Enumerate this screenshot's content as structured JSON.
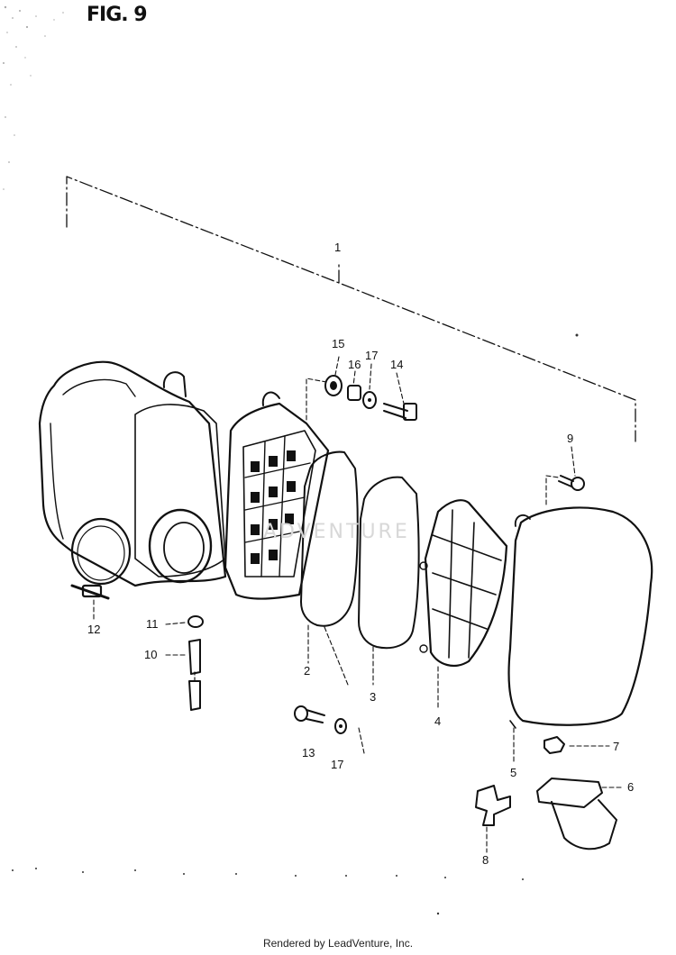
{
  "figure": {
    "title": "FIG. 9",
    "watermark": "ADVENTURE",
    "footer": "Rendered by LeadVenture, Inc."
  },
  "callouts": [
    {
      "id": "1",
      "label": "1"
    },
    {
      "id": "2",
      "label": "2"
    },
    {
      "id": "3",
      "label": "3"
    },
    {
      "id": "4",
      "label": "4"
    },
    {
      "id": "5",
      "label": "5"
    },
    {
      "id": "6",
      "label": "6"
    },
    {
      "id": "7",
      "label": "7"
    },
    {
      "id": "8",
      "label": "8"
    },
    {
      "id": "9",
      "label": "9"
    },
    {
      "id": "10",
      "label": "10"
    },
    {
      "id": "11",
      "label": "11"
    },
    {
      "id": "12",
      "label": "12"
    },
    {
      "id": "13",
      "label": "13"
    },
    {
      "id": "14",
      "label": "14"
    },
    {
      "id": "15",
      "label": "15"
    },
    {
      "id": "16",
      "label": "16"
    },
    {
      "id": "17a",
      "label": "17"
    },
    {
      "id": "17b",
      "label": "17"
    }
  ]
}
